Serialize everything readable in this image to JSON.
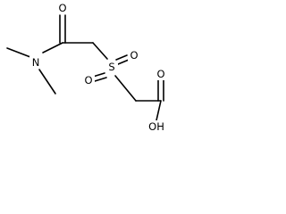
{
  "diagram": {
    "type": "chemical-structure",
    "atoms": {
      "carbonyl_oxygen": "O",
      "amide_nitrogen": "N",
      "sulfur": "S",
      "sulfonyl_oxygen_1": "O",
      "sulfonyl_oxygen_2": "O",
      "acid_carbonyl_oxygen": "O",
      "hydroxyl": "OH"
    },
    "colors": {
      "bond": "#000000",
      "label": "#000000",
      "background": "#ffffff"
    }
  }
}
